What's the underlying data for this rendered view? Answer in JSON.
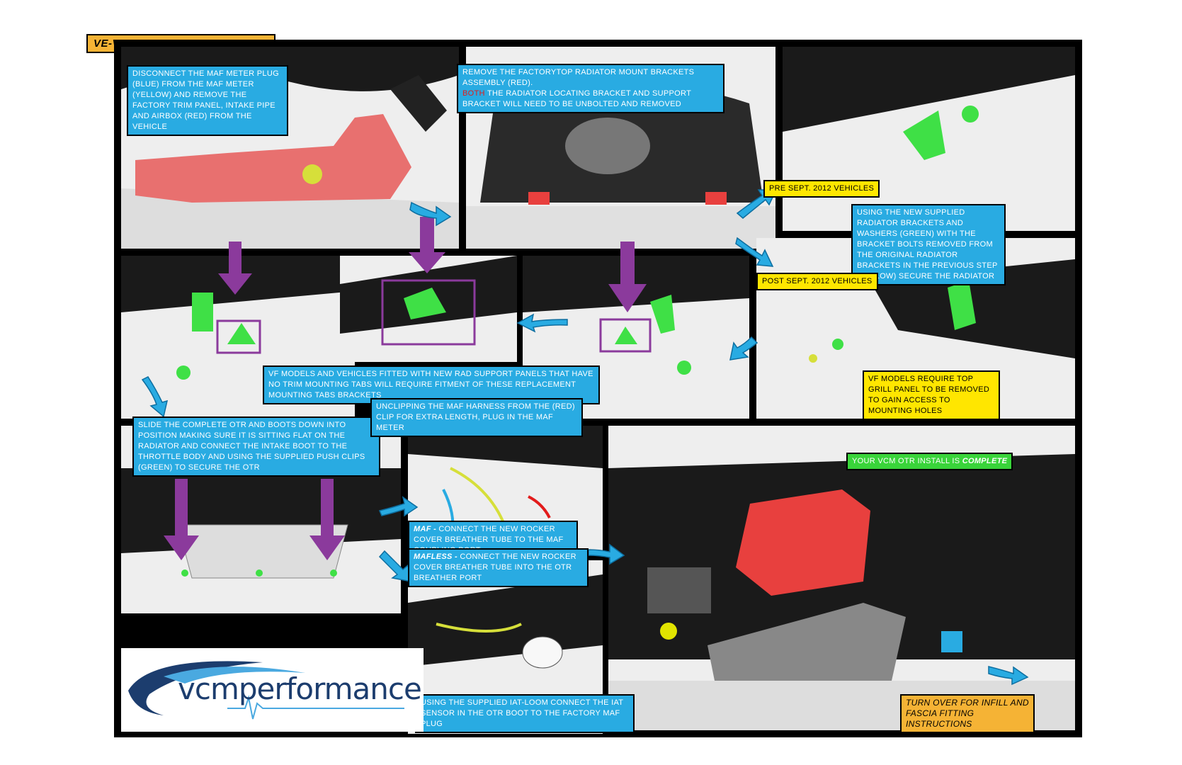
{
  "title": "VE-VF VCM OTR INSTRUCTIONS",
  "captions": {
    "step1": "Disconnect the MAF meter plug (blue) from the MAF meter (yellow) and remove the factory trim panel, intake pipe and airbox (red) from the vehicle",
    "step2_a": "Remove the factorytop radiator mount brackets assembly (red).",
    "step2_both": "Both",
    "step2_b": "the radiator locating bracket and support bracket will need to be unbolted and removed",
    "pre_sept": "PRE SEPT. 2012 VEHICLES",
    "post_sept": "POST SEPT. 2012 VEHICLES",
    "new_brackets": "Using the new supplied radiator brackets and washers (green) with the bracket bolts removed from the original radiator brackets in the previous step (yellow) secure the radiator",
    "vf_models": "VF models and vehicles fitted with new rad support panels that have no trim mounting tabs will require fitment of these replacement mounting tabs brackets",
    "vf_grill": "VF models require top grill panel to be removed to gain access to mounting holes",
    "slide_otr": "Slide the complete OTR and boots down into position making sure it is sitting flat on the radiator and connect the intake boot to the throttle body and using the supplied push clips (green) to secure the OTR",
    "unclip_maf": "Unclipping the MAF harness from the (red) clip for extra length, plug in the MAF meter",
    "maf_label": "MAF -",
    "maf_text": "Connect the new rocker cover breather tube to the MAF coupling port",
    "mafless_label": "MAFLESS -",
    "mafless_text": "Connect the new rocker cover breather tube into the OTR breather port",
    "iat_loom": "Using the supplied IAT-Loom connect the IAT sensor in the OTR boot to the factory MAF plug",
    "complete_prefix": "YOUR VCM OTR INSTALL IS",
    "complete_word": "COMPLETE",
    "turn_over": "TURN OVER FOR INFILL AND FASCIA FITTING INSTRUCTIONS"
  },
  "logo": {
    "text": "vcmperformance"
  },
  "colors": {
    "caption_blue": "#29abe2",
    "highlight_red": "#e8706f",
    "highlight_green": "#3fe046",
    "arrow_purple": "#8b3a9c",
    "tag_orange": "#f5b335",
    "label_yellow": "#ffe600"
  }
}
